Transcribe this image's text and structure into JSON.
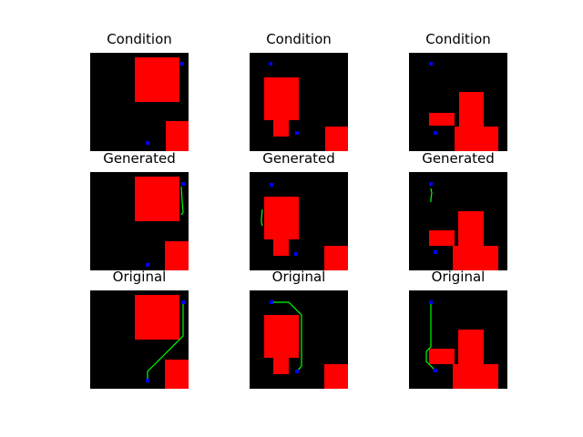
{
  "chart_data": {
    "type": "image-grid",
    "columns": 3,
    "rows": [
      {
        "label": "Condition",
        "panels": [
          {
            "rects": [
              [
                49,
                5,
                49,
                49
              ],
              [
                83,
                75,
                25,
                33
              ]
            ],
            "dots": [
              [
                101,
                12
              ],
              [
                63,
                99
              ]
            ],
            "path": []
          },
          {
            "rects": [
              [
                16,
                27,
                38,
                47
              ],
              [
                26,
                74,
                17,
                18
              ],
              [
                83,
                81,
                25,
                27
              ]
            ],
            "dots": [
              [
                23,
                12
              ],
              [
                52,
                88
              ]
            ],
            "path": []
          },
          {
            "rects": [
              [
                22,
                66,
                28,
                14
              ],
              [
                55,
                43,
                27,
                65
              ],
              [
                50,
                81,
                48,
                27
              ]
            ],
            "dots": [
              [
                24,
                12
              ],
              [
                29,
                88
              ]
            ],
            "path": []
          }
        ]
      },
      {
        "label": "Generated",
        "panels": [
          {
            "rects": [
              [
                49,
                5,
                49,
                49
              ],
              [
                82,
                76,
                26,
                32
              ]
            ],
            "dots": [
              [
                102,
                13
              ],
              [
                63,
                102
              ]
            ],
            "path": [
              [
                [
                  100,
                  16
                ],
                [
                  101,
                  32
                ],
                [
                  102,
                  44
                ],
                [
                  100,
                  47
                ]
              ]
            ]
          },
          {
            "rects": [
              [
                16,
                27,
                38,
                47
              ],
              [
                26,
                74,
                17,
                18
              ],
              [
                82,
                81,
                26,
                27
              ]
            ],
            "dots": [
              [
                24,
                14
              ],
              [
                51,
                90
              ]
            ],
            "path": [
              [
                [
                  14,
                  41
                ],
                [
                  13,
                  51
                ],
                [
                  13,
                  55
                ],
                [
                  14,
                  59
                ]
              ]
            ]
          },
          {
            "rects": [
              [
                22,
                64,
                28,
                17
              ],
              [
                54,
                43,
                28,
                65
              ],
              [
                48,
                81,
                50,
                27
              ]
            ],
            "dots": [
              [
                24,
                13
              ],
              [
                29,
                88
              ]
            ],
            "path": [
              [
                [
                  24,
                  18
                ],
                [
                  25,
                  23
                ],
                [
                  24,
                  30
                ],
                [
                  24,
                  33
                ]
              ]
            ]
          }
        ]
      },
      {
        "label": "Original",
        "panels": [
          {
            "rects": [
              [
                49,
                5,
                49,
                49
              ],
              [
                82,
                76,
                26,
                32
              ]
            ],
            "dots": [
              [
                102,
                13
              ],
              [
                63,
                99
              ]
            ],
            "path": [
              [
                [
                  102,
                  13
                ],
                [
                  102,
                  50
                ],
                [
                  63,
                  89
                ],
                [
                  63,
                  99
                ]
              ]
            ]
          },
          {
            "rects": [
              [
                16,
                27,
                38,
                47
              ],
              [
                26,
                74,
                17,
                18
              ],
              [
                82,
                81,
                26,
                27
              ]
            ],
            "dots": [
              [
                24,
                13
              ],
              [
                52,
                89
              ]
            ],
            "path": [
              [
                [
                  24,
                  13
                ],
                [
                  43,
                  13
                ],
                [
                  57,
                  27
                ],
                [
                  57,
                  83
                ],
                [
                  52,
                  89
                ]
              ]
            ]
          },
          {
            "rects": [
              [
                22,
                64,
                28,
                17
              ],
              [
                54,
                43,
                28,
                65
              ],
              [
                48,
                81,
                50,
                27
              ]
            ],
            "dots": [
              [
                24,
                13
              ],
              [
                29,
                88
              ]
            ],
            "path": [
              [
                [
                  24,
                  13
                ],
                [
                  24,
                  62
                ],
                [
                  19,
                  67
                ],
                [
                  19,
                  78
                ],
                [
                  29,
                  88
                ]
              ]
            ]
          }
        ]
      }
    ],
    "colors": {
      "background": "#000000",
      "obstacle": "#ff0000",
      "point": "#0000ff",
      "path": "#00ff00"
    }
  }
}
